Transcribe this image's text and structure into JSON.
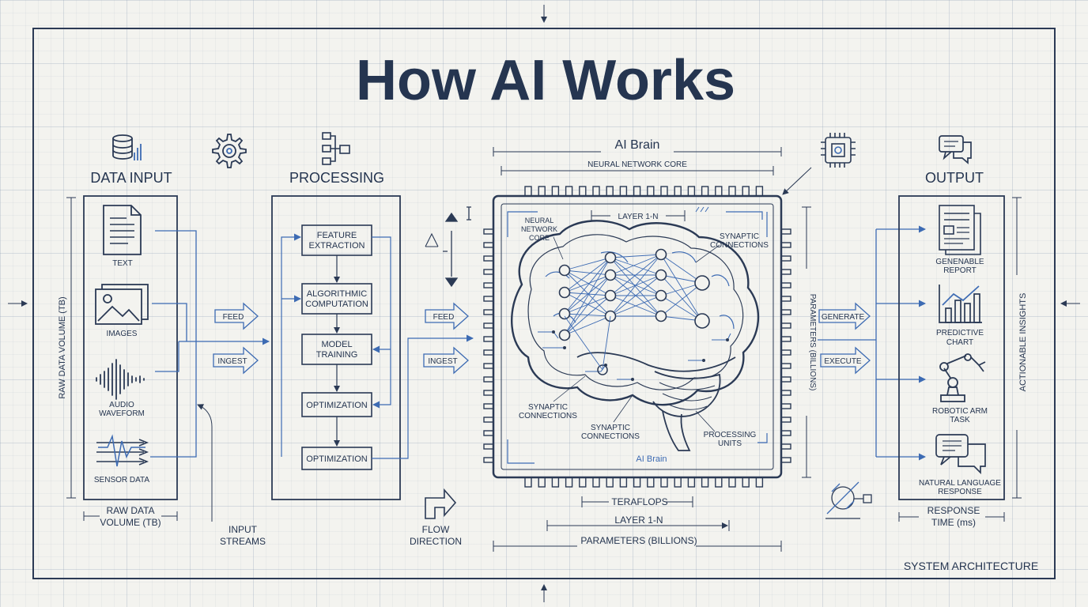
{
  "title": "How AI Works",
  "sections": {
    "input": "DATA INPUT",
    "processing": "PROCESSING",
    "brain": "AI Brain",
    "output": "OUTPUT"
  },
  "input_items": [
    "TEXT",
    "IMAGES",
    "AUDIO",
    "WAVEFORM",
    "SENSOR DATA"
  ],
  "input_side_label": "RAW DATA VOLUME (TB)",
  "input_bottom": [
    "RAW DATA",
    "VOLUME (TB)"
  ],
  "input_streams": [
    "INPUT",
    "STREAMS"
  ],
  "processing_steps": [
    [
      "FEATURE",
      "EXTRACTION"
    ],
    [
      "ALGORITHMIC",
      "COMPUTATION"
    ],
    [
      "MODEL",
      "TRAINING"
    ],
    [
      "OPTIMIZATION"
    ],
    [
      "OPTIMIZATION"
    ]
  ],
  "arrows": {
    "feed": "FEED",
    "ingest": "INGEST",
    "feed2": "FEED",
    "ingest2": "INGEST",
    "generate": "GENERATE",
    "execute": "EXECUTE"
  },
  "flow_direction": [
    "FLOW",
    "DIRECTION"
  ],
  "brain_labels": {
    "core_dim": "NEURAL NETWORK CORE",
    "core_label": [
      "NEURAL",
      "NETWORK",
      "CORE"
    ],
    "layer_top": "LAYER 1-N",
    "synaptic_top": [
      "SYNAPTIC",
      "CONNECTIONS"
    ],
    "synaptic_left": [
      "SYNAPTIC",
      "CONNECTIONS"
    ],
    "synaptic_mid": [
      "SYNAPTIC",
      "CONNECTIONS"
    ],
    "processing_units": [
      "PROCESSING",
      "UNITS"
    ],
    "brain_caption": "AI Brain",
    "side_dim": "PARAMETERS (BILLIONS)",
    "teraflops": "TERAFLOPS",
    "layer_bottom": "LAYER 1-N",
    "params_bottom": "PARAMETERS (BILLIONS)"
  },
  "output_items": [
    [
      "GENENABLE",
      "REPORT"
    ],
    [
      "PREDICTIVE",
      "CHART"
    ],
    [
      "ROBOTIC ARM",
      "TASK"
    ],
    [
      "NATURAL LANGUAGE",
      "RESPONSE"
    ]
  ],
  "output_side_label": "ACTIONABLE INSIGHTS",
  "output_bottom": [
    "RESPONSE",
    "TIME (ms)"
  ],
  "footer": "SYSTEM ARCHITECTURE",
  "colors": {
    "ink": "#2b3a55",
    "accent": "#3d6bb3",
    "paper": "#f3f3ef"
  }
}
